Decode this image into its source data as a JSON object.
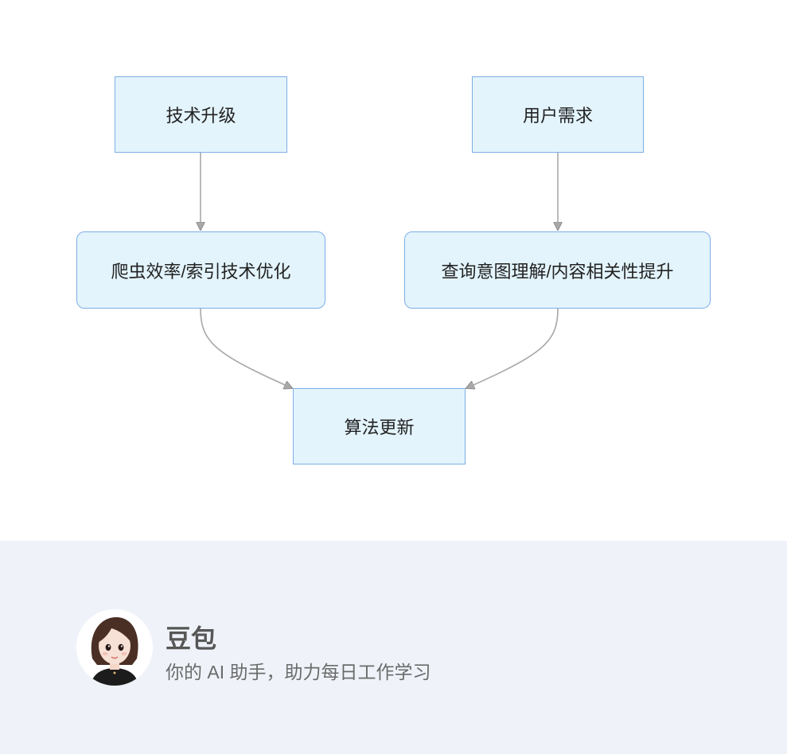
{
  "diagram": {
    "nodes": {
      "tech": "技术升级",
      "user": "用户需求",
      "crawl": "爬虫效率/索引技术优化",
      "query": "查询意图理解/内容相关性提升",
      "algo": "算法更新"
    },
    "edges": [
      {
        "from": "tech",
        "to": "crawl"
      },
      {
        "from": "user",
        "to": "query"
      },
      {
        "from": "crawl",
        "to": "algo"
      },
      {
        "from": "query",
        "to": "algo"
      }
    ],
    "colors": {
      "node_fill": "#e3f4fc",
      "node_border": "#7eaee6",
      "edge": "#a8a8a8"
    }
  },
  "footer": {
    "name": "豆包",
    "tagline": "你的 AI 助手，助力每日工作学习",
    "avatar_icon": "girl-avatar-icon",
    "background": "#eff3f9"
  }
}
